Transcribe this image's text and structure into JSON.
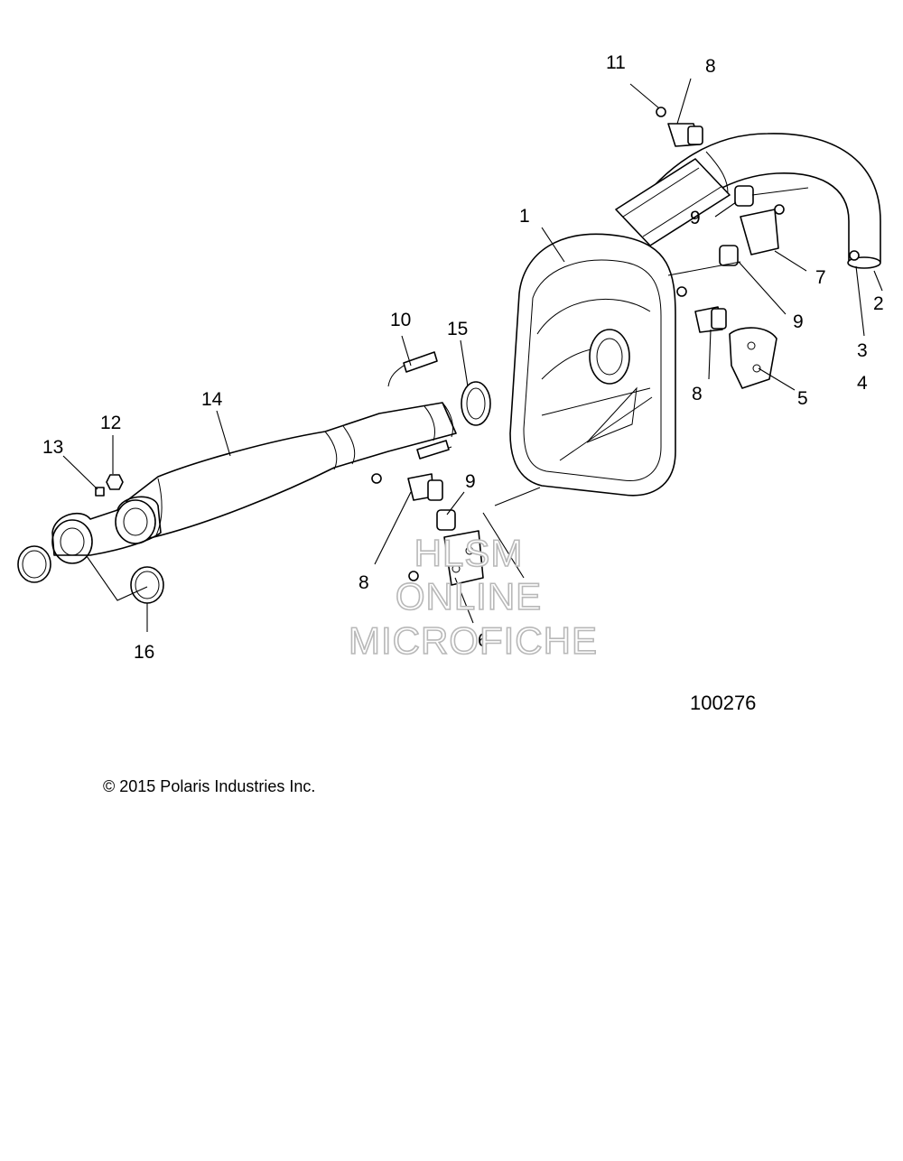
{
  "callouts": [
    "1",
    "2",
    "3",
    "4",
    "5",
    "6",
    "7",
    "8",
    "9",
    "10",
    "11",
    "12",
    "13",
    "14",
    "15",
    "16"
  ],
  "callout_extra": {
    "p8b": "8",
    "p8c": "8",
    "p9b": "9",
    "p9c": "9"
  },
  "watermark": {
    "line1": "HLSM",
    "line2": "ONLINE",
    "line3": "MICROFICHE"
  },
  "diagram_ref": "100276",
  "copyright": "© 2015 Polaris Industries Inc."
}
